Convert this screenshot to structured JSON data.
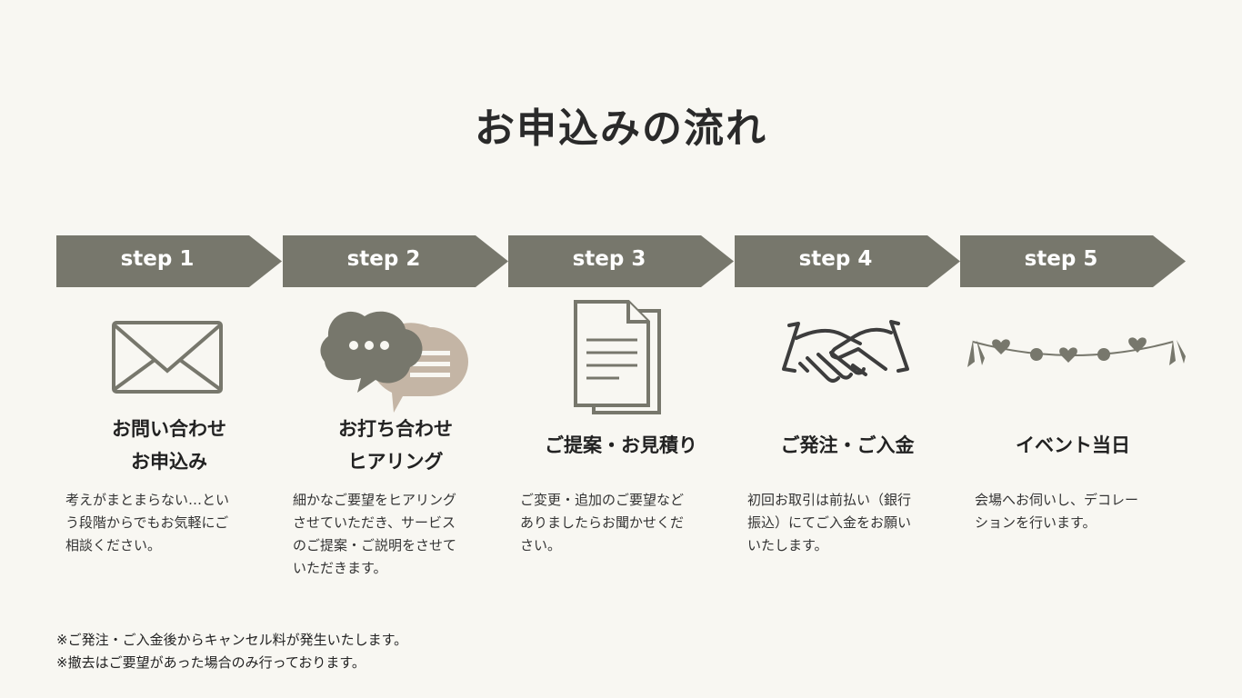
{
  "title": "お申込みの流れ",
  "colors": {
    "background": "#f8f7f2",
    "arrow": "#77776c",
    "accent_light": "#c4b5a5"
  },
  "steps": [
    {
      "label": "step 1",
      "icon": "envelope-icon",
      "title_lines": [
        "お問い合わせ",
        "お申込み"
      ],
      "desc_lines": [
        "考えがまとまらない…とい",
        "う段階からでもお気軽にご",
        "相談ください。"
      ]
    },
    {
      "label": "step 2",
      "icon": "speech-bubbles-icon",
      "title_lines": [
        "お打ち合わせ",
        "ヒアリング"
      ],
      "desc_lines": [
        "細かなご要望をヒアリング",
        "させていただき、サービス",
        "のご提案・ご説明をさせて",
        "いただきます。"
      ]
    },
    {
      "label": "step 3",
      "icon": "document-icon",
      "title_lines": [
        "ご提案・お見積り"
      ],
      "desc_lines": [
        "ご変更・追加のご要望など",
        "ありましたらお聞かせくだ",
        "さい。"
      ]
    },
    {
      "label": "step 4",
      "icon": "handshake-icon",
      "title_lines": [
        "ご発注・ご入金"
      ],
      "desc_lines": [
        "初回お取引は前払い（銀行",
        "振込）にてご入金をお願い",
        "いたします。"
      ]
    },
    {
      "label": "step 5",
      "icon": "garland-icon",
      "title_lines": [
        "イベント当日"
      ],
      "desc_lines": [
        "会場へお伺いし、デコレー",
        "ションを行います。"
      ]
    }
  ],
  "notes": [
    "※ご発注・ご入金後からキャンセル料が発生いたします。",
    "※撤去はご要望があった場合のみ行っております。"
  ]
}
